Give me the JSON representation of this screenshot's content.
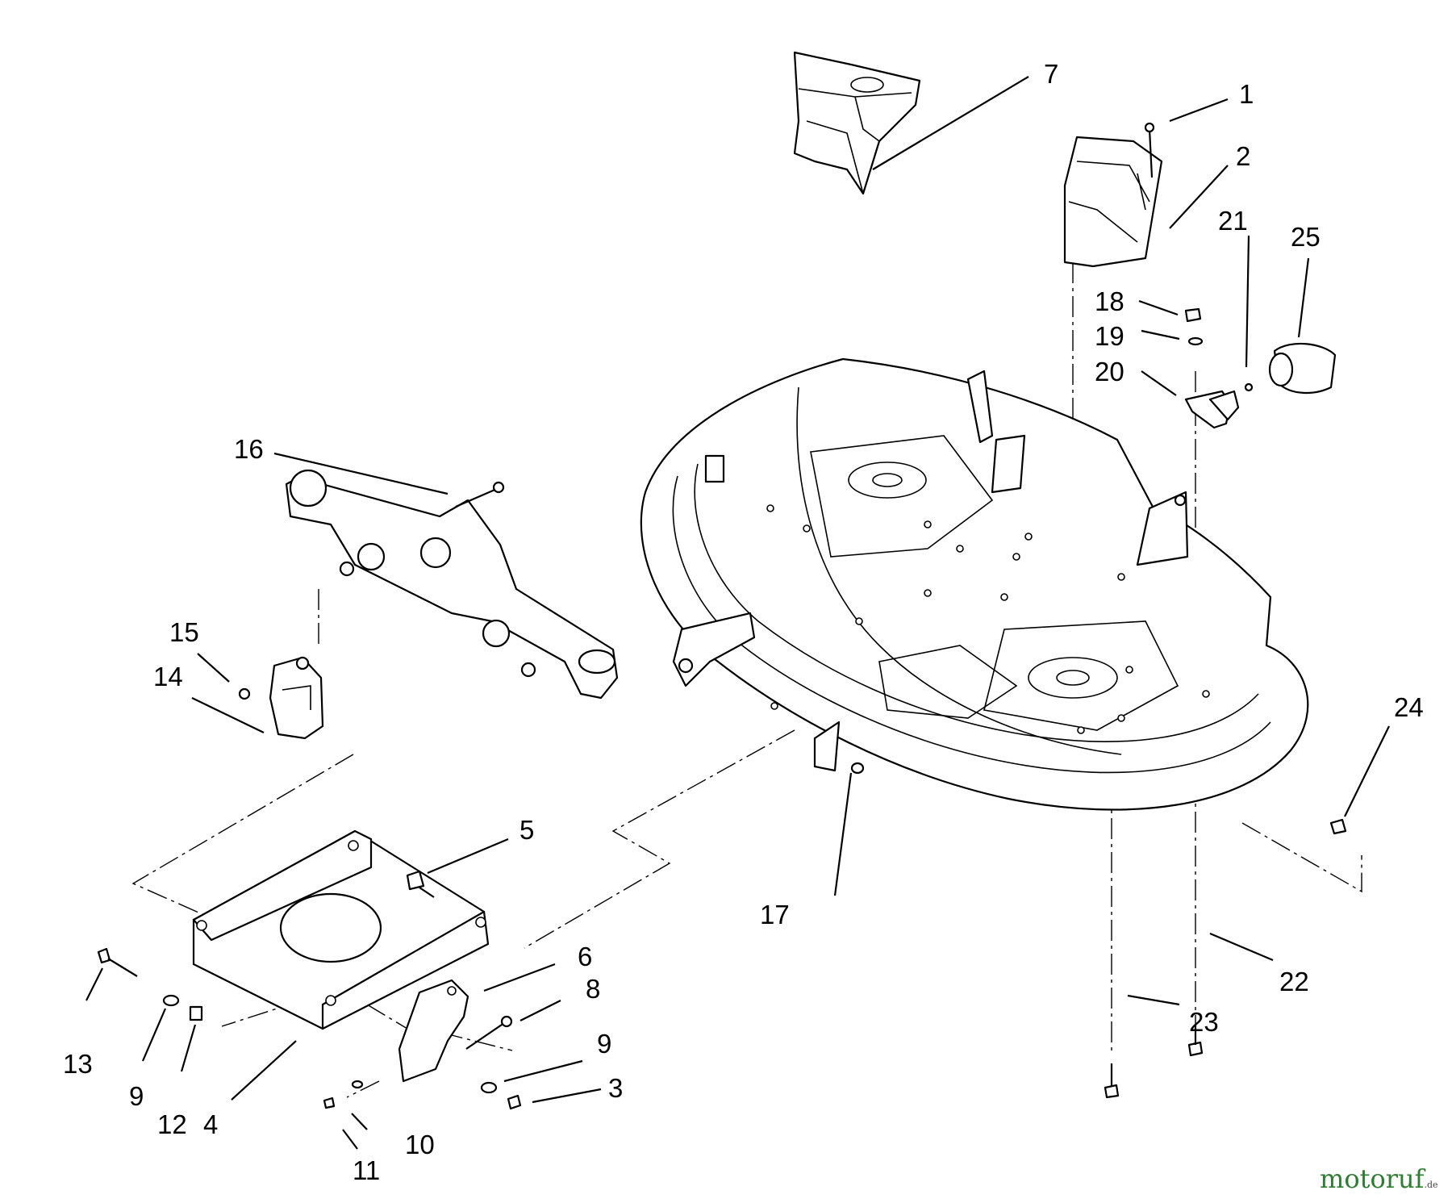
{
  "callouts": [
    "1",
    "2",
    "3",
    "4",
    "5",
    "6",
    "7",
    "8",
    "9",
    "10",
    "11",
    "12",
    "13",
    "14",
    "15",
    "16",
    "17",
    "18",
    "19",
    "20",
    "21",
    "22",
    "23",
    "24",
    "25"
  ],
  "parts": [
    {
      "id": "2",
      "icon": "discharge-baffle-icon"
    },
    {
      "id": "7",
      "icon": "discharge-baffle-icon"
    },
    {
      "id": "16",
      "icon": "deck-lift-arm-icon"
    },
    {
      "id": "4",
      "icon": "deck-mount-bracket-icon"
    },
    {
      "id": "deck",
      "icon": "mower-deck-housing-icon"
    },
    {
      "id": "25",
      "icon": "washout-port-fitting-icon"
    }
  ],
  "watermark": {
    "brand": "motoruf",
    "tld": ".de",
    "colors": {
      "brand": "#2e7d32",
      "tld": "#444444"
    }
  }
}
